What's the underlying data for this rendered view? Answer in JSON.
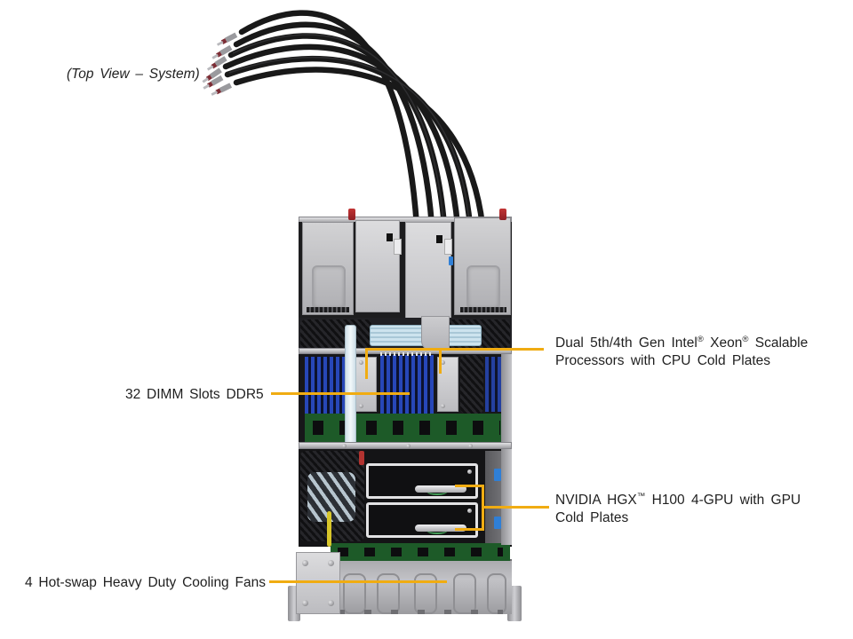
{
  "figure": {
    "title": "(Top View – System)",
    "subject": "liquid-cooled GPU server, top view"
  },
  "callouts": {
    "cpu": {
      "line1": "Dual 5th/4th Gen Intel® Xeon® Scalable",
      "line2": "Processors with CPU Cold Plates"
    },
    "dimm": {
      "text": "32 DIMM Slots DDR5"
    },
    "gpu": {
      "line1": "NVIDIA HGX™ H100 4-GPU with GPU",
      "line2": "Cold Plates"
    },
    "fans": {
      "text": "4 Hot-swap Heavy Duty Cooling Fans"
    }
  },
  "colors": {
    "background": "#FFFFFF",
    "callout_line": "#F0AC12",
    "text": "#1F1F1F",
    "dimm_blue": "#2747B8",
    "pcb_green": "#1D5A28",
    "chassis_gray": "#B9B9BD",
    "cable_black": "#191919",
    "thumbscrew_red": "#A3242A",
    "coolant_tube_blue": "#CDE3EE"
  }
}
